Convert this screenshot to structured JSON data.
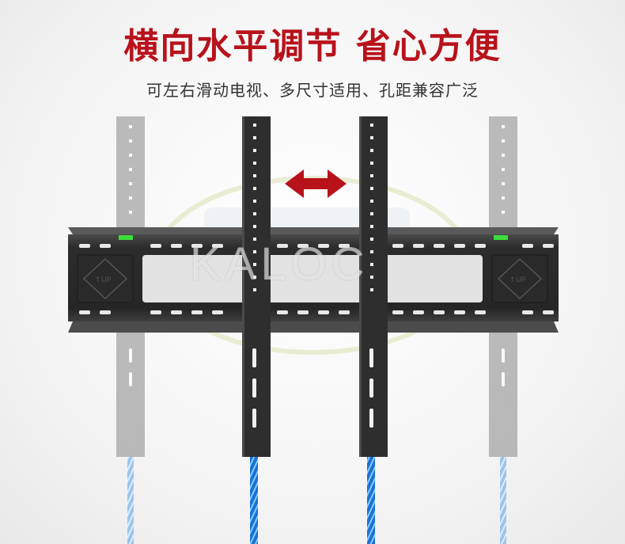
{
  "header": {
    "title": "横向水平调节 省心方便",
    "subtitle": "可左右滑动电视、多尺寸适用、孔距兼容广泛"
  },
  "product": {
    "watermark": "KALOC",
    "up_marker_left": "UP",
    "up_marker_right": "UP",
    "arrow_icon": "double-arrow-horizontal-icon",
    "colors": {
      "title_red": "#b8121b",
      "arrow_red": "#b8121b",
      "bracket_black": "#2b2b2b",
      "cable_blue": "#1b6fd6",
      "level_green": "#3ddc3d"
    }
  }
}
